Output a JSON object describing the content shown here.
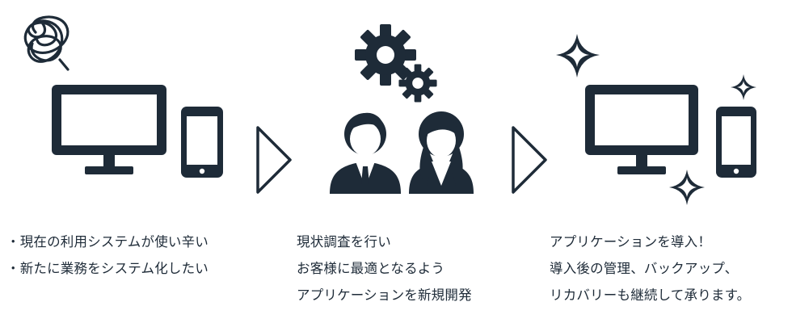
{
  "colors": {
    "ink": "#1e2b38",
    "background": "#ffffff"
  },
  "icons": {
    "problem": [
      "tangle-icon",
      "monitor-icon",
      "smartphone-icon"
    ],
    "process": [
      "gear-icon",
      "businessman-icon",
      "businesswoman-icon"
    ],
    "result": [
      "sparkle-icon",
      "monitor-icon",
      "smartphone-icon"
    ],
    "separators": [
      "arrow-right-icon",
      "arrow-right-icon"
    ]
  },
  "steps": [
    {
      "lines": [
        "・現在の利用システムが使い辛い",
        "・新たに業務をシステム化したい"
      ]
    },
    {
      "lines": [
        "現状調査を行い",
        "お客様に最適となるよう",
        "アプリケーションを新規開発"
      ]
    },
    {
      "lines": [
        "アプリケーションを導入！",
        "導入後の管理、バックアップ、",
        "リカバリーも継続して承ります。"
      ]
    }
  ]
}
